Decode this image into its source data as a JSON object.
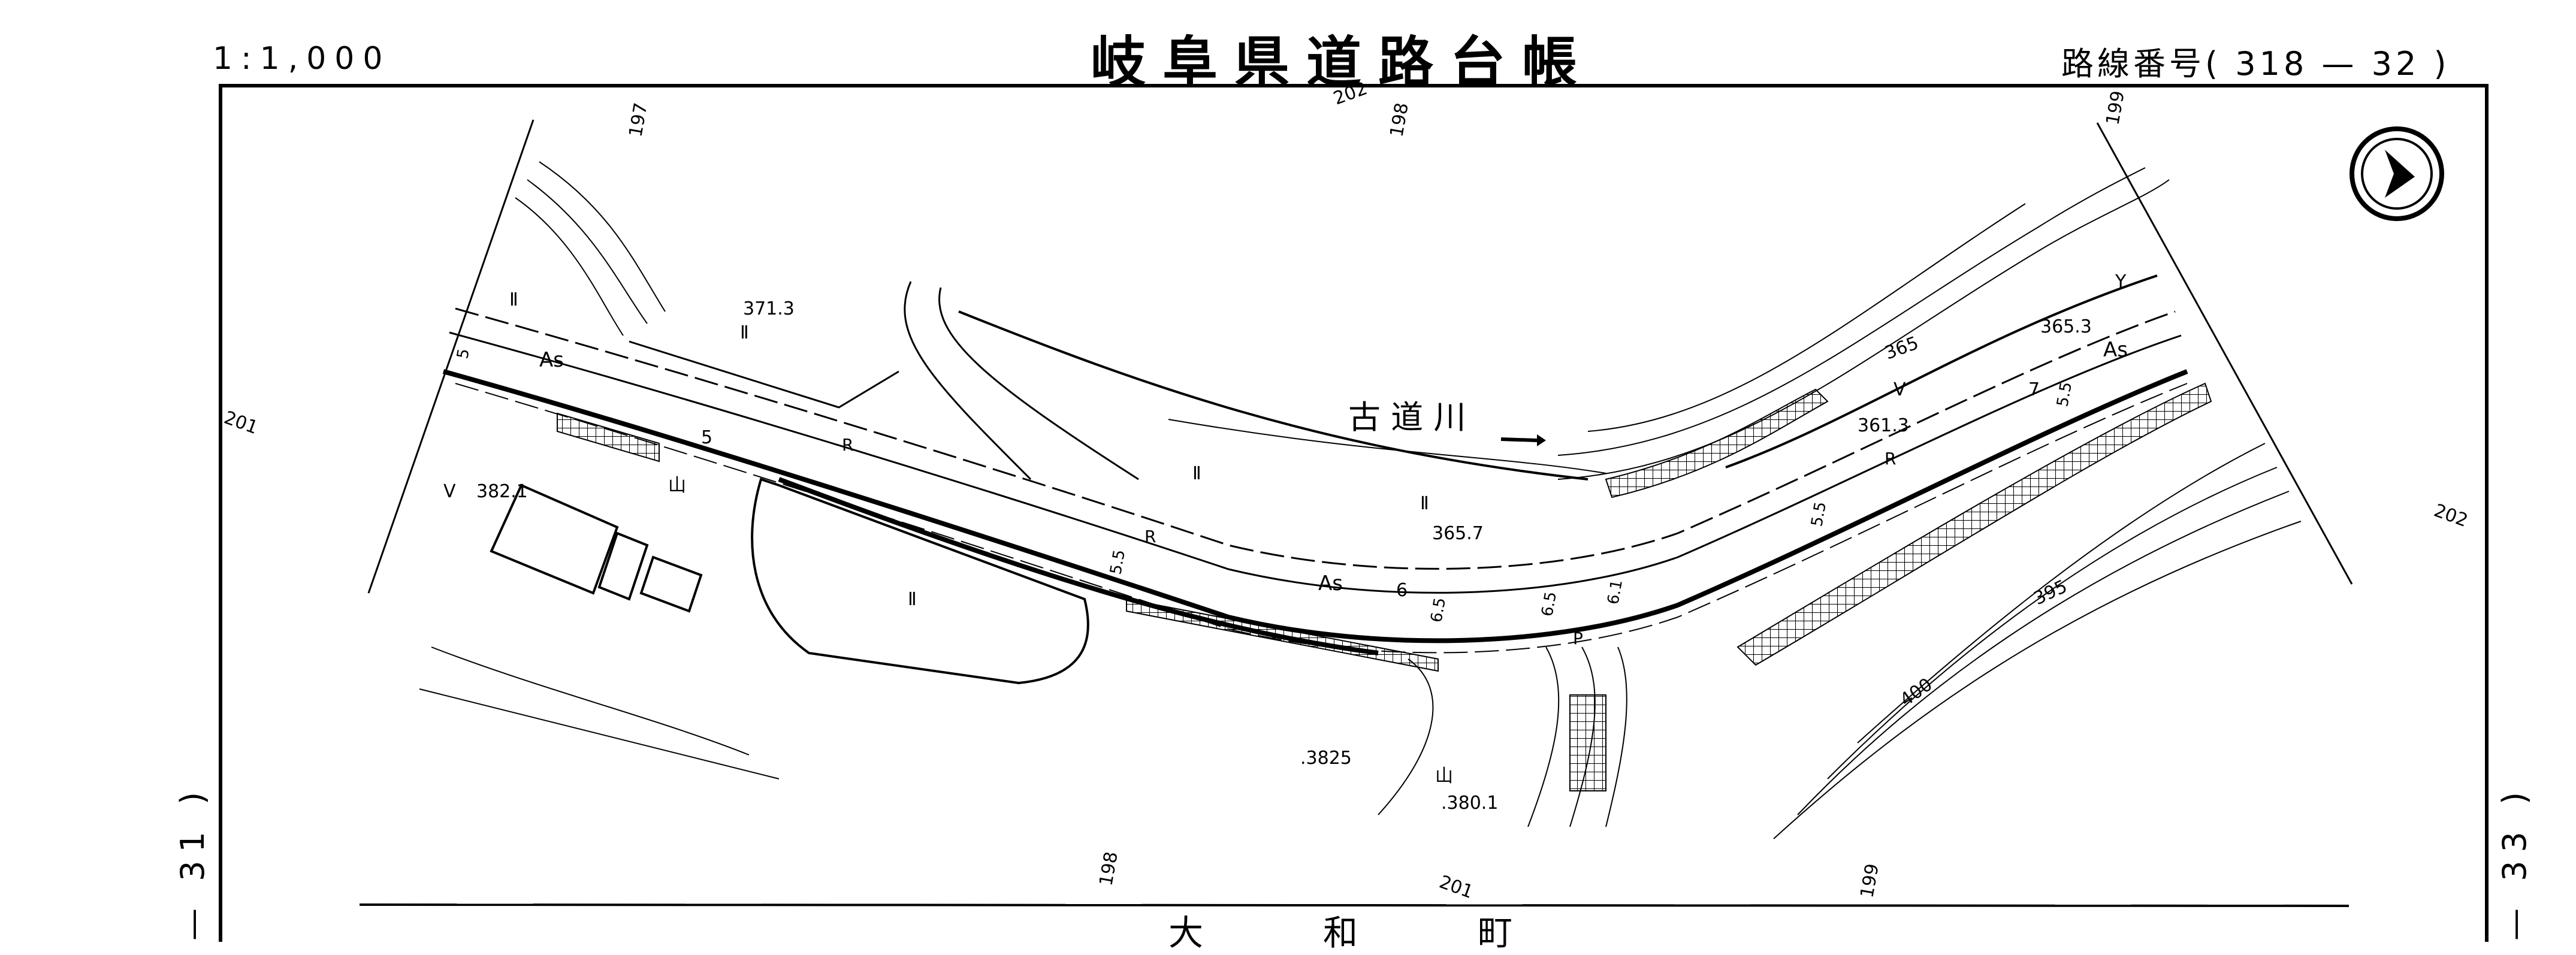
{
  "header": {
    "scale": "1:1,000",
    "title": "岐阜県道路台帳",
    "route_number": "路線番号( 318 — 32 )"
  },
  "side_labels": {
    "left": "— 31 )",
    "right": "— 33 )"
  },
  "town": [
    "大",
    "和",
    "町"
  ],
  "river": {
    "name": "古 道 川",
    "flow_arrow": "right-arrow-icon"
  },
  "north_arrow": "north-arrow-icon",
  "elevations": [
    "371.3",
    "382.1",
    "365.7",
    "361.3",
    "365.3",
    ".3825",
    ".380.1",
    "395",
    "400",
    "365"
  ],
  "road_labels": {
    "surface_as": "As",
    "surface_r": "R",
    "p": "P",
    "widths": [
      "5",
      "5.5",
      "5",
      "6",
      "6.5",
      "6.5",
      "6.1",
      "5.5",
      "7",
      "5.5"
    ]
  },
  "grid_labels": {
    "top": [
      "197",
      "202",
      "198",
      "199"
    ],
    "left": "201",
    "right": "202",
    "bottom": [
      "198",
      "201",
      "199"
    ]
  },
  "land_symbols": [
    "Ⅱ",
    "Ⅱ",
    "Ⅱ",
    "Ⅱ",
    "Ⅱ",
    "V",
    "V",
    "Y",
    "山",
    "山"
  ]
}
